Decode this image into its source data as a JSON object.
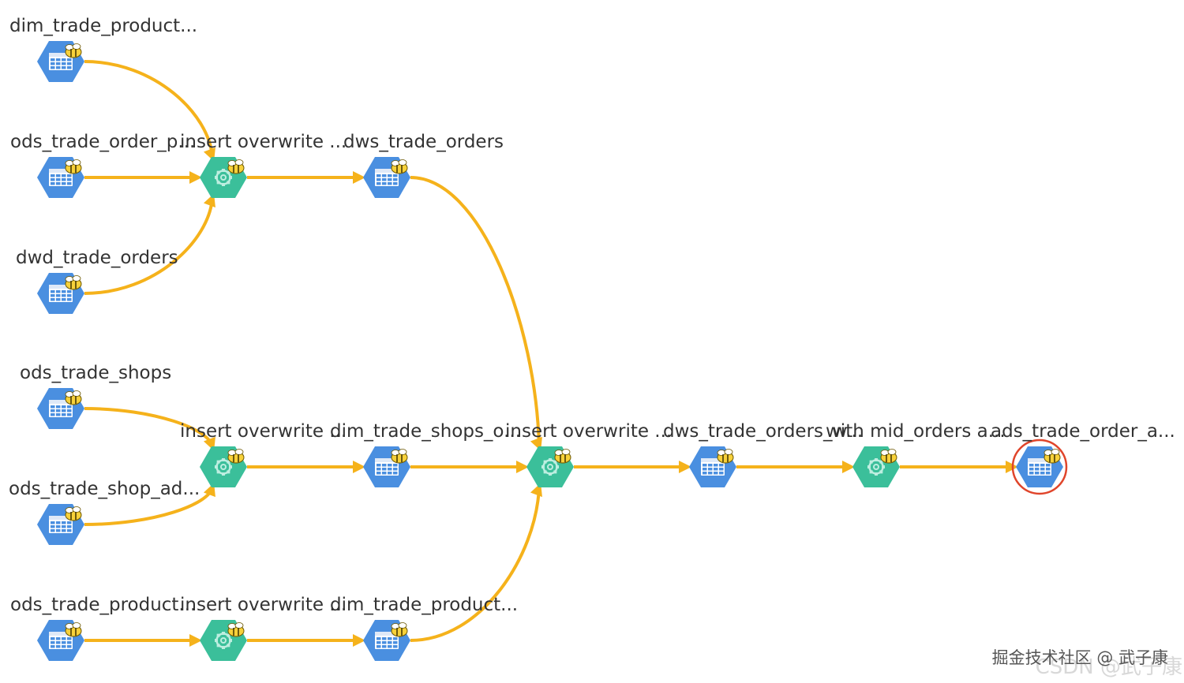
{
  "diagram": {
    "nodes": [
      {
        "id": "dim_trade_product",
        "type": "table",
        "label": "dim_trade_product..."
      },
      {
        "id": "ods_trade_order_p",
        "type": "table",
        "label": "ods_trade_order_p..."
      },
      {
        "id": "dwd_trade_orders",
        "type": "table",
        "label": "dwd_trade_orders"
      },
      {
        "id": "op1",
        "type": "process",
        "label": "insert overwrite ..."
      },
      {
        "id": "dws_trade_orders",
        "type": "table",
        "label": "dws_trade_orders"
      },
      {
        "id": "ods_trade_shops",
        "type": "table",
        "label": "ods_trade_shops"
      },
      {
        "id": "ods_trade_shop_ad",
        "type": "table",
        "label": "ods_trade_shop_ad..."
      },
      {
        "id": "op2",
        "type": "process",
        "label": "insert overwrite ..."
      },
      {
        "id": "dim_trade_shops_o",
        "type": "table",
        "label": "dim_trade_shops_o..."
      },
      {
        "id": "op3",
        "type": "process",
        "label": "insert overwrite ..."
      },
      {
        "id": "dws_trade_orders_w",
        "type": "table",
        "label": "dws_trade_orders_w..."
      },
      {
        "id": "op4",
        "type": "process",
        "label": "with mid_orders a..."
      },
      {
        "id": "ads_trade_order_a",
        "type": "table",
        "label": "ads_trade_order_a...",
        "selected": true
      },
      {
        "id": "ods_trade_product",
        "type": "table",
        "label": "ods_trade_product..."
      },
      {
        "id": "op5",
        "type": "process",
        "label": "insert overwrite ..."
      },
      {
        "id": "dim_trade_product_b",
        "type": "table",
        "label": "dim_trade_product..."
      }
    ],
    "edges": [
      {
        "from": "dim_trade_product",
        "to": "op1"
      },
      {
        "from": "ods_trade_order_p",
        "to": "op1"
      },
      {
        "from": "dwd_trade_orders",
        "to": "op1"
      },
      {
        "from": "op1",
        "to": "dws_trade_orders"
      },
      {
        "from": "dws_trade_orders",
        "to": "op3"
      },
      {
        "from": "ods_trade_shops",
        "to": "op2"
      },
      {
        "from": "ods_trade_shop_ad",
        "to": "op2"
      },
      {
        "from": "op2",
        "to": "dim_trade_shops_o"
      },
      {
        "from": "dim_trade_shops_o",
        "to": "op3"
      },
      {
        "from": "op3",
        "to": "dws_trade_orders_w"
      },
      {
        "from": "dws_trade_orders_w",
        "to": "op4"
      },
      {
        "from": "op4",
        "to": "ads_trade_order_a"
      },
      {
        "from": "ods_trade_product",
        "to": "op5"
      },
      {
        "from": "op5",
        "to": "dim_trade_product_b"
      },
      {
        "from": "dim_trade_product_b",
        "to": "op3"
      }
    ],
    "colors": {
      "edge": "#f5b21b",
      "table_node": "#4a8fe0",
      "process_node": "#3bbf9a",
      "selection_ring": "#e0452b",
      "badge": "#f7d13a"
    },
    "icons": {
      "table": "table-grid-icon",
      "process": "gear-icon",
      "badge": "hive-bee-icon"
    }
  },
  "watermark": {
    "main": "掘金技术社区 @ 武子康",
    "background": "CSDN @武子康"
  }
}
